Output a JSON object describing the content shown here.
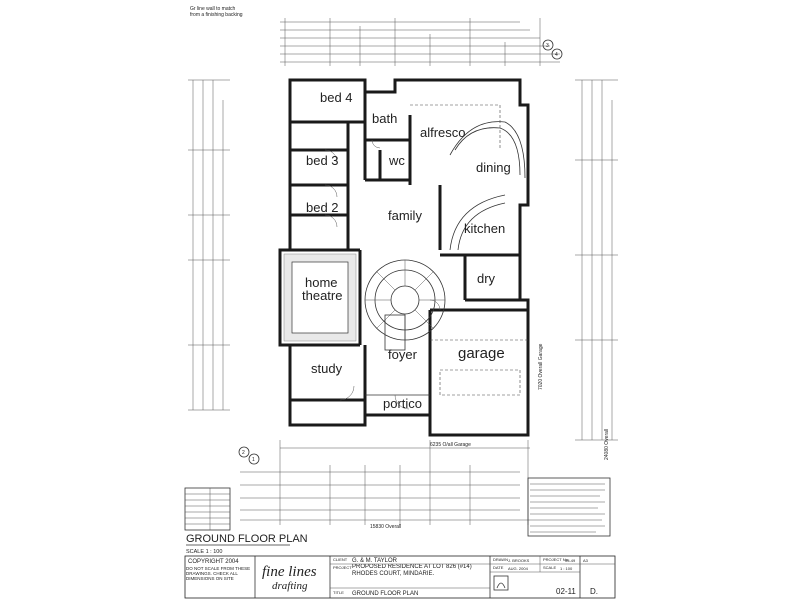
{
  "plan": {
    "rooms": {
      "bed4": "bed 4",
      "bed3": "bed 3",
      "bed2": "bed 2",
      "bath": "bath",
      "wc": "wc",
      "alfresco": "alfresco",
      "dining": "dining",
      "family": "family",
      "kitchen": "kitchen",
      "dry": "dry",
      "home": "home",
      "theatre": "theatre",
      "foyer": "foyer",
      "garage": "garage",
      "study": "study",
      "portico": "portico"
    },
    "dims": {
      "overall_width": "15830 Overall",
      "overall_depth": "24080 Overall",
      "garage_width": "6235 O/all Garage",
      "garage_depth": "7020 Overall Garage"
    },
    "grid_markers": [
      "3",
      "4",
      "2",
      "1"
    ],
    "heading": "GROUND FLOOR PLAN",
    "scale": "SCALE 1 : 100"
  },
  "titleblock": {
    "copyright": "COPYRIGHT 2004",
    "disclaimer": "DO NOT SCALE FROM THESE DRAWINGS. CHECK ALL DIMENSIONS ON SITE",
    "brand_line1": "fine lines",
    "brand_line2": "drafting",
    "client_label": "CLIENT",
    "client": "G. & M. TAYLOR",
    "project_label": "PROJECT",
    "project": "PROPOSED RESIDENCE AT LOT 826 (#14) RHODES COURT, MINDARIE.",
    "title_label": "TITLE",
    "title": "GROUND FLOOR PLAN",
    "drawn_label": "DRAWN",
    "drawn": "J. BROOKS",
    "date_label": "DATE",
    "date": "AUG. 2004",
    "project_no_label": "PROJECT No.",
    "project_no": "05-49",
    "scale_label": "SCALE",
    "scale": "1 : 100",
    "sheet_size": "A3",
    "sheet_no": "02-11",
    "revision": "D."
  }
}
